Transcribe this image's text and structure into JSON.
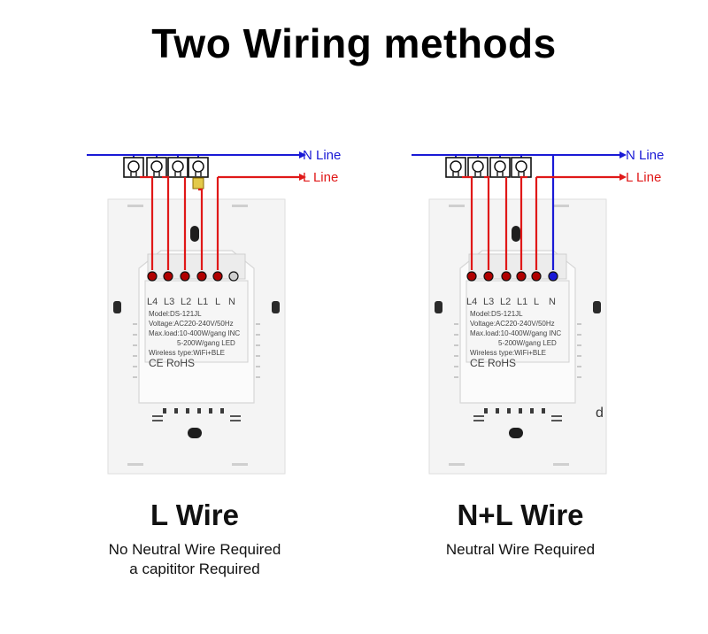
{
  "title": "Two Wiring methods",
  "legend": {
    "n_line": "N Line",
    "l_line": "L Line"
  },
  "colors": {
    "n_line": "#1a1ad6",
    "l_line": "#e01818",
    "panel_bg": "#f3f3f3",
    "module_bg": "#fafafa"
  },
  "terminals": [
    "L4",
    "L3",
    "L2",
    "L1",
    "L",
    "N"
  ],
  "device_label": {
    "model": "Model:DS-121JL",
    "voltage": "Voltage:AC220-240V/50Hz",
    "load_inc": "Max.load:10-400W/gang  INC",
    "load_led": "5-200W/gang  LED",
    "wireless": "Wireless type:WiFi+BLE",
    "cert": "CE RoHS"
  },
  "left": {
    "title": "L Wire",
    "line1": "No Neutral Wire Required",
    "line2": "a capititor Required"
  },
  "right": {
    "title": "N+L Wire",
    "line1": "Neutral Wire Required"
  },
  "stray_text": "d"
}
